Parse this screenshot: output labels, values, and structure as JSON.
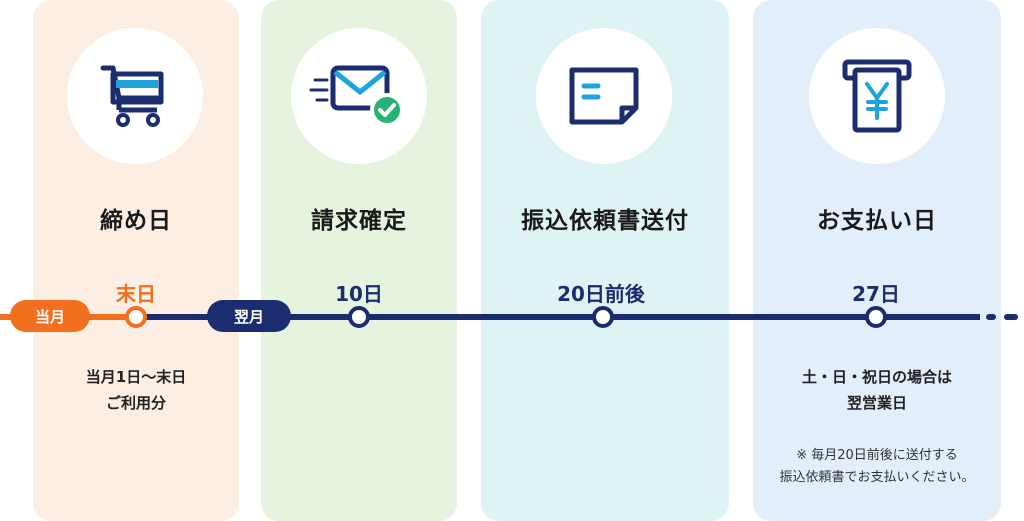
{
  "steps": [
    {
      "title": "締め日",
      "date": "末日",
      "note_lines": [
        "当月1日〜末日",
        "ご利用分"
      ],
      "icon": "shopping-cart-icon"
    },
    {
      "title": "請求確定",
      "date": "10日",
      "icon": "email-check-icon"
    },
    {
      "title": "振込依頼書送付",
      "date": "20日前後",
      "icon": "document-card-icon"
    },
    {
      "title": "お支払い日",
      "date": "27日",
      "note_lines": [
        "土・日・祝日の場合は",
        "翌営業日"
      ],
      "small_lines": [
        "※ 毎月20日前後に送付する",
        "振込依頼書でお支払いください。"
      ],
      "icon": "atm-yen-icon"
    }
  ],
  "timeline": {
    "current_month": "当月",
    "next_month": "翌月"
  },
  "colors": {
    "orange": "#f26f1f",
    "navy": "#1b2d6e",
    "cyan": "#1fa3dc",
    "green": "#27b373"
  }
}
